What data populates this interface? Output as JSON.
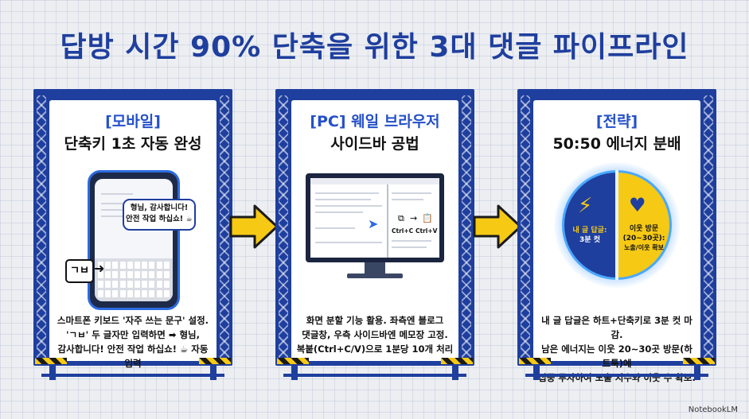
{
  "title": "답방 시간 90% 단축을 위한 3대 댓글 파이프라인",
  "panels": [
    {
      "tag": "[모바일]",
      "heading": "단축키 1초 자동 완성",
      "bubble_line1": "형님, 감사합니다!",
      "bubble_line2": "안전 작업 하십쇼! ☕",
      "shortcut": "ㄱㅂ",
      "desc": [
        "스마트폰 키보드 '자주 쓰는 문구' 설정.",
        "'ㄱㅂ' 두 글자만 입력하면 ➡ 형님,",
        "감사합니다! 안전 작업 하십쇼! ☕ 자동 입력"
      ]
    },
    {
      "tag": "[PC] 웨일 브라우저",
      "heading": "사이드바 공법",
      "copy_label": "Ctrl+C",
      "paste_label": "Ctrl+V",
      "desc": [
        "화면 분할 기능 활용. 좌측엔 블로그",
        "댓글창, 우측 사이드바엔 메모장 고정.",
        "복붙(Ctrl+C/V)으로 1분당 10개 처리"
      ]
    },
    {
      "tag": "[전략]",
      "heading": "50:50 에너지 분배",
      "left_label1": "내 글 답글:",
      "left_label2": "3분 컷",
      "right_label1": "이웃 방문",
      "right_label2": "(20~30곳):",
      "right_label3": "노출/이웃 확보",
      "desc": [
        "내 글 답글은 하트+단축키로 3분 컷 마감.",
        "남은 에너지는 이웃 20~30곳 방문(하트툭)에",
        "집중 투자하여 노출 지수와 이웃 수 확보."
      ]
    }
  ],
  "footer": "NotebookLM",
  "colors": {
    "brand": "#1f3f9e",
    "accent": "#f6c915",
    "text": "#111111"
  },
  "icons": [
    "lightning-icon",
    "heart-chart-icon",
    "arrow-right-icon",
    "cursor-icon",
    "copy-icon",
    "paste-icon"
  ]
}
